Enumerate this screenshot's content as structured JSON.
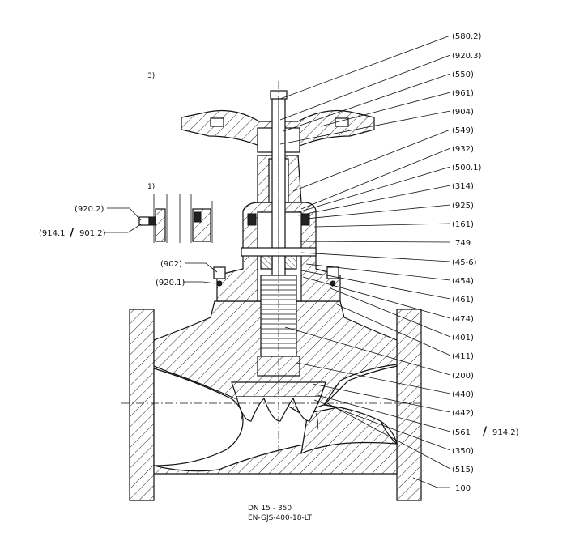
{
  "note_markers": {
    "upper": "3)",
    "lower": "1)"
  },
  "caption": {
    "size_range": "DN 15 - 350",
    "material": "EN-GJS-400-18-LT"
  },
  "right_labels": [
    "(580.2)",
    "(920.3)",
    "(550)",
    "(961)",
    "(904)",
    "(549)",
    "(932)",
    "(500.1)",
    "(314)",
    "(925)",
    "(161)",
    "749",
    "(45-6)",
    "(454)",
    "(461)",
    "(474)",
    "(401)",
    "(411)",
    "(200)",
    "(440)",
    "(442)",
    "(561",
    "/",
    "914.2)",
    "(350)",
    "(515)",
    "100"
  ],
  "left_labels": {
    "upper": "(920.2)",
    "lower_a": "(914.1",
    "lower_sep": "/",
    "lower_b": "901.2)",
    "flange_a": "(902)",
    "flange_b": "(920.1)"
  }
}
